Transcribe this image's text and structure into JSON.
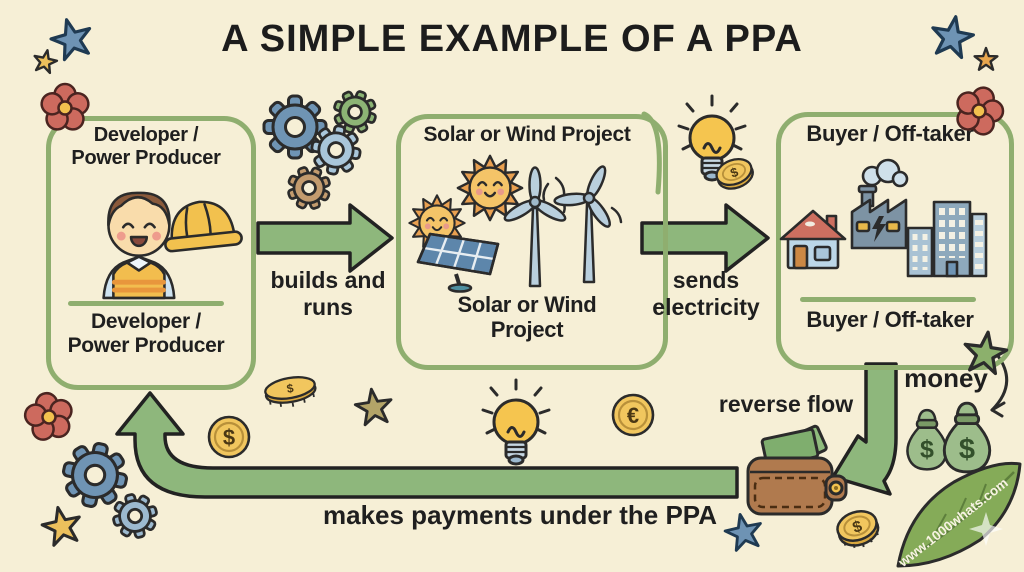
{
  "title": "A SIMPLE EXAMPLE OF A PPA",
  "boxes": {
    "developer": {
      "title_line1": "Developer /",
      "title_line2": "Power Producer",
      "caption_line1": "Developer /",
      "caption_line2": "Power Producer"
    },
    "project": {
      "title": "Solar or Wind Project",
      "caption_line1": "Solar or Wind",
      "caption_line2": "Project"
    },
    "buyer": {
      "title": "Buyer / Off-taker",
      "caption": "Buyer / Off-taker"
    }
  },
  "labels": {
    "builds_line1": "builds and",
    "builds_line2": "runs",
    "sends_line1": "sends",
    "sends_line2": "electricity",
    "reverse_flow": "reverse flow",
    "money": "money",
    "payments": "makes payments under the PPA"
  },
  "symbols": {
    "dollar": "$",
    "euro": "€"
  },
  "watermark": "www.1000whats.com",
  "colors": {
    "background": "#f6efd6",
    "box_border": "#8fae6f",
    "arrow_green": "#8eb77c",
    "outline": "#2b2b2b",
    "text": "#1f1f1f"
  }
}
